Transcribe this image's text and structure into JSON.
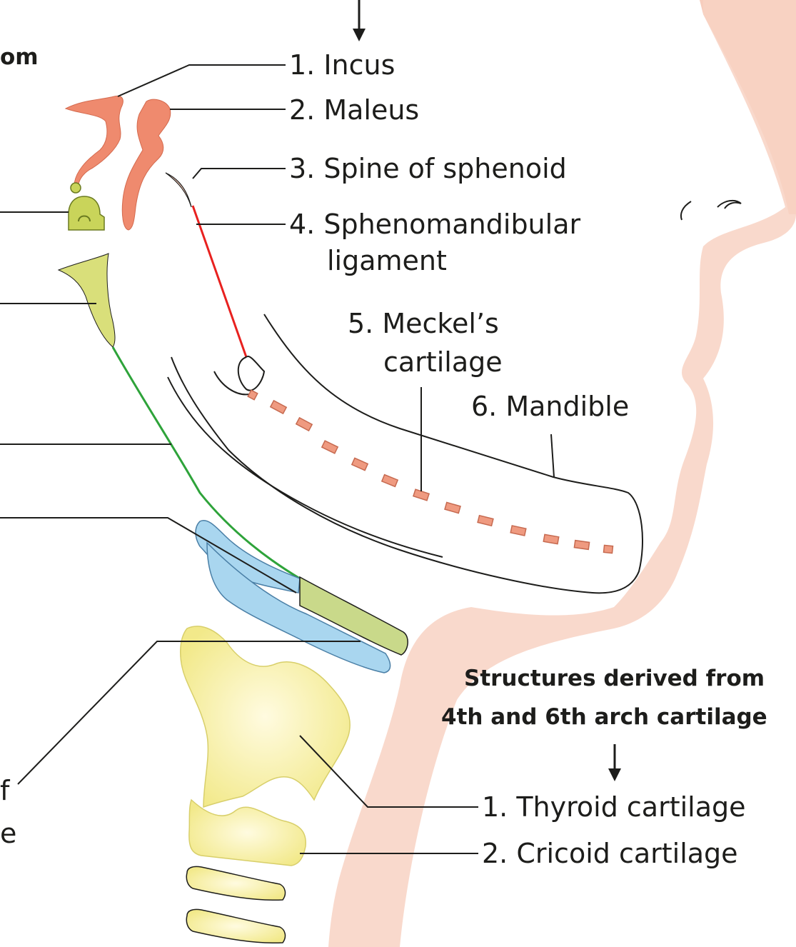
{
  "header_top_cut": "om",
  "labels": {
    "incus": "1. Incus",
    "maleus": "2. Maleus",
    "spine": "3. Spine of sphenoid",
    "spheno_1": "4. Sphenomandibular",
    "spheno_2": "ligament",
    "meckel_1": "5. Meckel’s",
    "meckel_2": "cartilage",
    "mandible": "6. Mandible",
    "thyroid": "1. Thyroid cartilage",
    "cricoid": "2. Cricoid cartilage"
  },
  "heading_bottom": {
    "line1": "Structures derived from",
    "line2": "4th and 6th arch cartilage"
  },
  "left_cut": {
    "a": "f",
    "b": "e"
  },
  "colors": {
    "skin": "#f6c9b8",
    "ossicle": "#ef8a6e",
    "yellow_green": "#d9df7a",
    "ligament_red": "#e8211f",
    "stylohyoid_green": "#2ea33a",
    "hyoid_blue": "#a9d6ef",
    "hyoid_green": "#c9d98a",
    "larynx_yellow": "#f5ef9c"
  }
}
